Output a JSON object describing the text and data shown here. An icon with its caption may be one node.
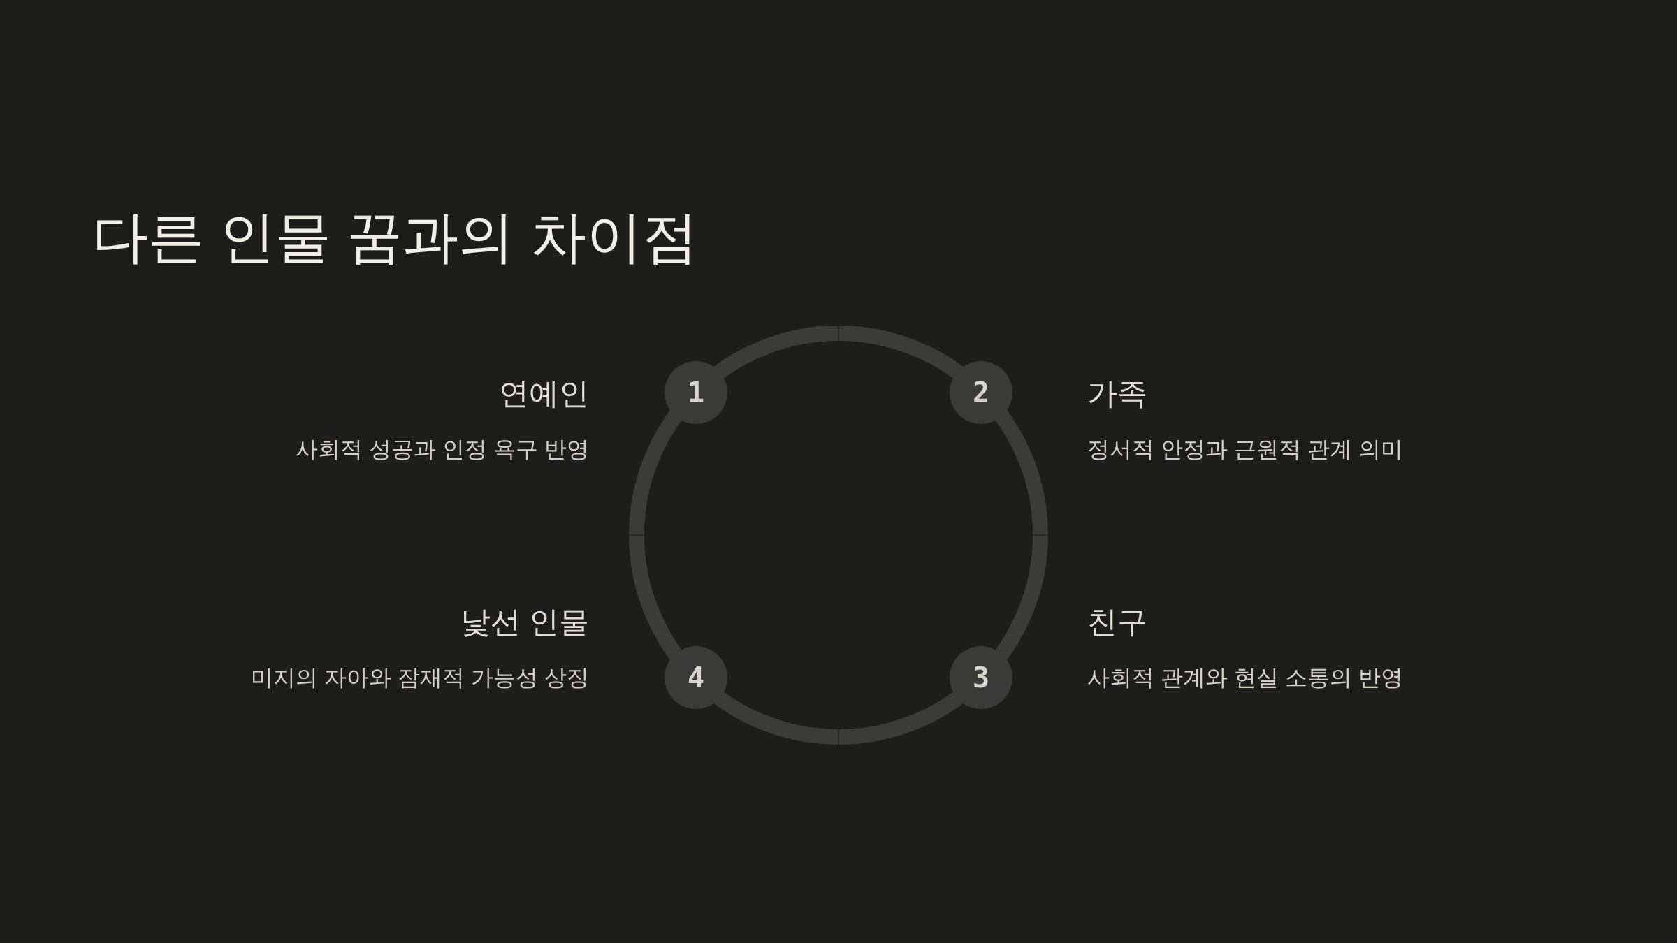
{
  "diagram": {
    "title": "다른 인물 꿈과의 차이점",
    "nodes": [
      {
        "text": [
          "1"
        ],
        "beside": [
          "연예인",
          "사회적 성공과 인정 욕구 반영"
        ]
      },
      {
        "text": [
          "2"
        ],
        "beside": [
          "가족",
          "정서적 안정과 근원적 관계 의미"
        ]
      },
      {
        "text": [
          "3"
        ],
        "beside": [
          "친구",
          "사회적 관계와 현실 소통의 반영"
        ]
      },
      {
        "text": [
          "4"
        ],
        "beside": [
          "낯선 인물",
          "미지의 자아와 잠재적 가능성 상징"
        ]
      }
    ]
  }
}
